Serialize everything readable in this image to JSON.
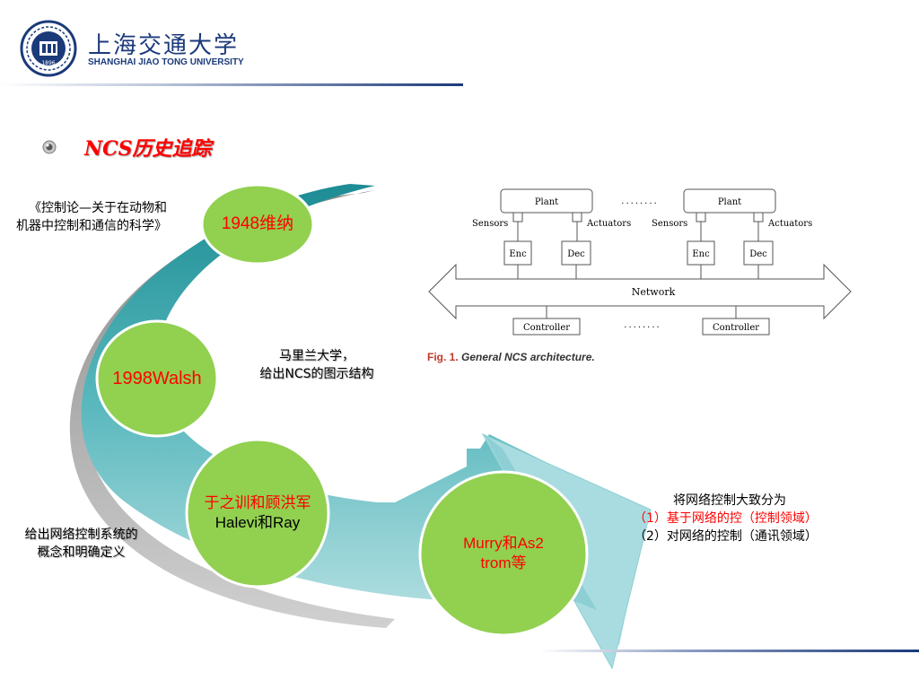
{
  "header": {
    "logo_cn": "上海交通大学",
    "logo_en": "SHANGHAI  JIAO TONG  UNIVERSITY",
    "logo_year": "1896"
  },
  "slide": {
    "title": "NCS历史追踪"
  },
  "timeline": {
    "nodes": [
      {
        "label": "1948维纳",
        "color": "#ff0000"
      },
      {
        "label": "1998Walsh",
        "color": "#ff0000"
      },
      {
        "label_line1": "于之训和顾洪军",
        "label_line2": "Halevi和Ray",
        "color": "#ff0000",
        "color_line2": "#000000"
      },
      {
        "label_line1": "Murry和As2",
        "label_line2": "trom等",
        "color": "#ff0000"
      }
    ],
    "node_fill": "#92d050",
    "ribbon_color": "#2e9fa6",
    "ribbon_light": "#a9dce0"
  },
  "annotations": {
    "wiener_line1": "《控制论—关于在动物和",
    "wiener_line2": "机器中控制和通信的科学》",
    "walsh_line1": "马里兰大学，",
    "walsh_line2": "给出NCS的图示结构",
    "concept_line1": "给出网络控制系统的",
    "concept_line2": "概念和明确定义",
    "class_line1": "将网络控制大致分为",
    "class_line2": "（1）基于网络的控（控制领域）",
    "class_line3": "（2）对网络的控制（通讯领域）"
  },
  "figure": {
    "plant": "Plant",
    "sensors": "Sensors",
    "actuators": "Actuators",
    "enc": "Enc",
    "dec": "Dec",
    "network": "Network",
    "controller": "Controller",
    "dots": "........",
    "caption_num": "Fig. 1.",
    "caption_text": "General NCS architecture."
  }
}
